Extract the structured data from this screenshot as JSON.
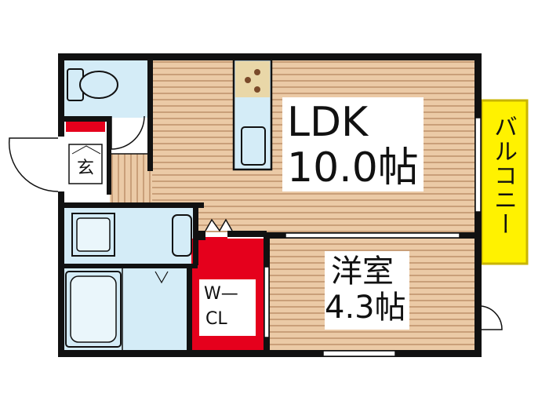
{
  "rooms": {
    "ldk": {
      "name": "LDK",
      "size": "10.0帖"
    },
    "bedroom": {
      "name": "洋室",
      "size": "4.3帖"
    },
    "closet": {
      "line1": "W—",
      "line2": "CL"
    },
    "entrance": {
      "name": "玄"
    },
    "balcony": {
      "name": "バルコニー"
    }
  },
  "colors": {
    "wall": "#111111",
    "floor": "#e9c9a5",
    "floor_stripe": "#c9a07a",
    "wet_area": "#d4ecf7",
    "closet": "#e5001c",
    "balcony": "#fff200",
    "balcony_border": "#c8b400",
    "label_bg": "#ffffff"
  }
}
